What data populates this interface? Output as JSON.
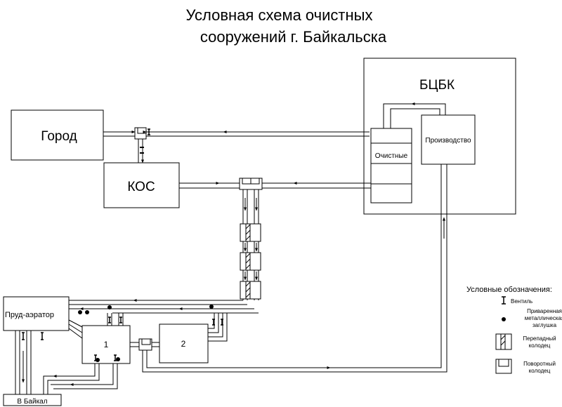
{
  "title": {
    "line1": "Условная схема очистных",
    "line2": "сооружений г. Байкальска"
  },
  "blocks": {
    "city": "Город",
    "kos": "КОС",
    "bcbk": "БЦБК",
    "treatment": "Очистные",
    "production": "Производство",
    "pond": "Пруд-аэратор",
    "tank1": "1",
    "tank2": "2",
    "outlet": "В Байкал"
  },
  "legend": {
    "title": "Условные обозначения:",
    "valve": "Вентиль",
    "plug_line1": "Приваренная",
    "plug_line2": "металлическая",
    "plug_line3": "заглушка",
    "drop_well_line1": "Перепадный",
    "drop_well_line2": "колодец",
    "turn_well_line1": "Поворотный",
    "turn_well_line2": "колодец"
  }
}
